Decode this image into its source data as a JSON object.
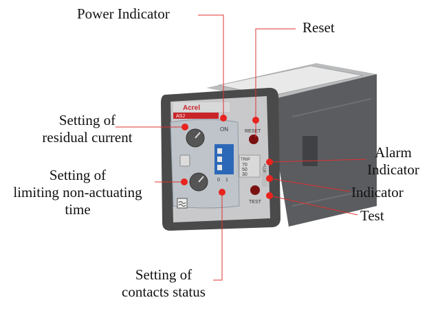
{
  "device": {
    "brand": "Acrel",
    "model": "ASJ",
    "on_label": "ON",
    "reset_label": "RESET",
    "test_label": "TEST",
    "trip_label": "TRIP",
    "trip_values": [
      "70",
      "50",
      "30"
    ],
    "dip_labels": [
      "0",
      "1"
    ],
    "side_label": "×I△n"
  },
  "callouts": {
    "power_indicator": "Power Indicator",
    "reset": "Reset",
    "residual_current": [
      "Setting of",
      "residual current"
    ],
    "limiting_time": [
      "Setting of",
      "limiting non-actuating",
      "time"
    ],
    "alarm_indicator": [
      "Alarm",
      "Indicator"
    ],
    "indicator": "Indicator",
    "test": "Test",
    "contacts_status": [
      "Setting of",
      "contacts status"
    ]
  },
  "colors": {
    "leader_line": "#e03030",
    "marker_dot": "#e8231e",
    "bezel": "#4a4a4a",
    "faceplate": "#c9c9cb",
    "brand_red": "#c8242a"
  }
}
